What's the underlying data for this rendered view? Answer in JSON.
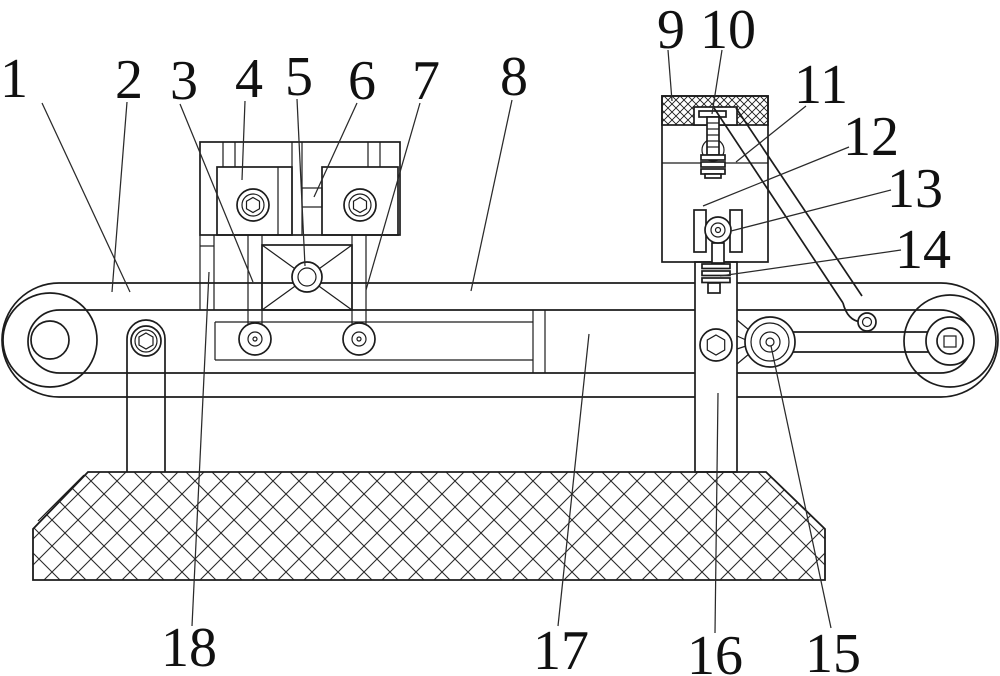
{
  "figure": {
    "kind": "patent-mechanical-line-drawing",
    "background_color": "#ffffff",
    "line_color": "#1c1c1c",
    "label_color": "#111111"
  },
  "labels": [
    {
      "text": "1"
    },
    {
      "text": "2"
    },
    {
      "text": "3"
    },
    {
      "text": "4"
    },
    {
      "text": "5"
    },
    {
      "text": "6"
    },
    {
      "text": "7"
    },
    {
      "text": "8"
    },
    {
      "text": "9"
    },
    {
      "text": "10"
    },
    {
      "text": "11"
    },
    {
      "text": "12"
    },
    {
      "text": "13"
    },
    {
      "text": "14"
    },
    {
      "text": "15"
    },
    {
      "text": "16"
    },
    {
      "text": "17"
    },
    {
      "text": "18"
    }
  ]
}
